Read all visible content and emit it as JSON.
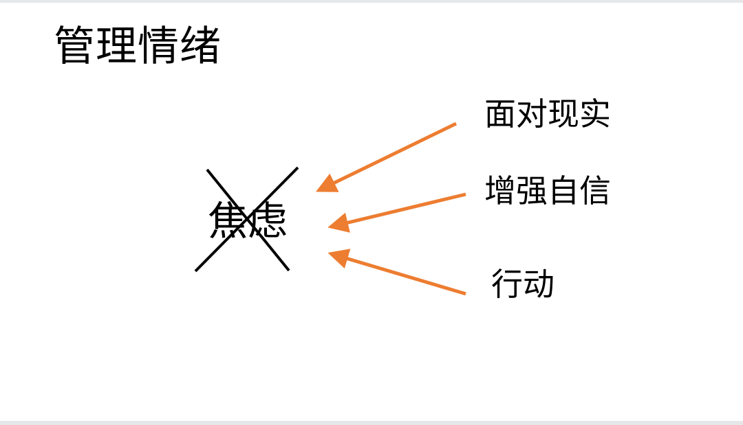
{
  "slide": {
    "title": "管理情绪",
    "center_word": "焦虑",
    "center_word_crossed_out": true,
    "labels": [
      {
        "text": "面对现实"
      },
      {
        "text": "增强自信"
      },
      {
        "text": "行动"
      }
    ],
    "colors": {
      "arrow": "#ed7d31",
      "cross": "#000000",
      "text": "#000000",
      "background": "#ffffff",
      "frame": "#e6e7e9"
    }
  }
}
